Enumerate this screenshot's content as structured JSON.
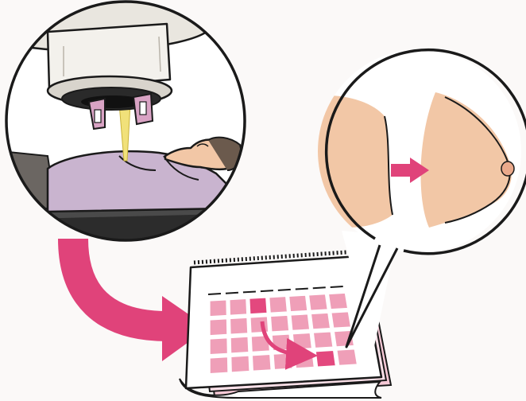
{
  "scene": {
    "panels": [
      {
        "id": "radiotherapy",
        "icons": [
          "linear-accelerator-icon",
          "radiation-beam-icon",
          "patient-lying-icon",
          "treatment-table-icon"
        ]
      },
      {
        "id": "breast-change",
        "icons": [
          "breast-before-icon",
          "breast-after-icon"
        ]
      },
      {
        "id": "calendar",
        "icons": [
          "wall-calendar-icon"
        ]
      }
    ],
    "colors": {
      "accent_arrow": "#e0437a",
      "skin": "#f2c7a6",
      "gown": "#c9b4cf",
      "calendar_grid": "#ef9fb8",
      "calendar_highlight": "#e3487e",
      "linac": "#f3f1ec",
      "beam": "#f1e17a",
      "outline": "#1a1a1a"
    },
    "calendar": {
      "rows": 4,
      "cols": 7,
      "highlighted_cells": [
        {
          "row": 0,
          "col": 2
        },
        {
          "row": 3,
          "col": 5
        }
      ]
    }
  }
}
